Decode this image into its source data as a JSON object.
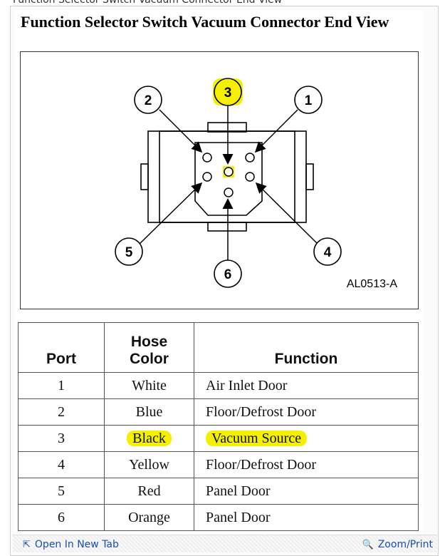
{
  "caption": "Function Selector Switch Vacuum Connector End View",
  "diagram": {
    "title": "Function Selector Switch Vacuum Connector End View",
    "figure_code": "AL0513-A",
    "port_callouts": [
      {
        "id": "2",
        "label": "2"
      },
      {
        "id": "3",
        "label": "3",
        "highlighted": true
      },
      {
        "id": "1",
        "label": "1"
      },
      {
        "id": "5",
        "label": "5"
      },
      {
        "id": "6",
        "label": "6"
      },
      {
        "id": "4",
        "label": "4"
      }
    ],
    "highlight_color": "#f4f000"
  },
  "table": {
    "headers": {
      "port": "Port",
      "hose_color_line1": "Hose",
      "hose_color_line2": "Color",
      "function": "Function"
    },
    "rows": [
      {
        "port": "1",
        "color": "White",
        "function": "Air Inlet Door",
        "highlighted": false
      },
      {
        "port": "2",
        "color": "Blue",
        "function": "Floor/Defrost Door",
        "highlighted": false
      },
      {
        "port": "3",
        "color": "Black",
        "function": "Vacuum Source",
        "highlighted": true
      },
      {
        "port": "4",
        "color": "Yellow",
        "function": "Floor/Defrost Door",
        "highlighted": false
      },
      {
        "port": "5",
        "color": "Red",
        "function": "Panel Door",
        "highlighted": false
      },
      {
        "port": "6",
        "color": "Orange",
        "function": "Panel Door",
        "highlighted": false
      }
    ]
  },
  "footer": {
    "open_label": "Open In New Tab",
    "zoom_label": "Zoom/Print",
    "open_icon": "external-link-icon",
    "zoom_icon": "magnifier-icon",
    "link_color": "#1a4fb0"
  }
}
